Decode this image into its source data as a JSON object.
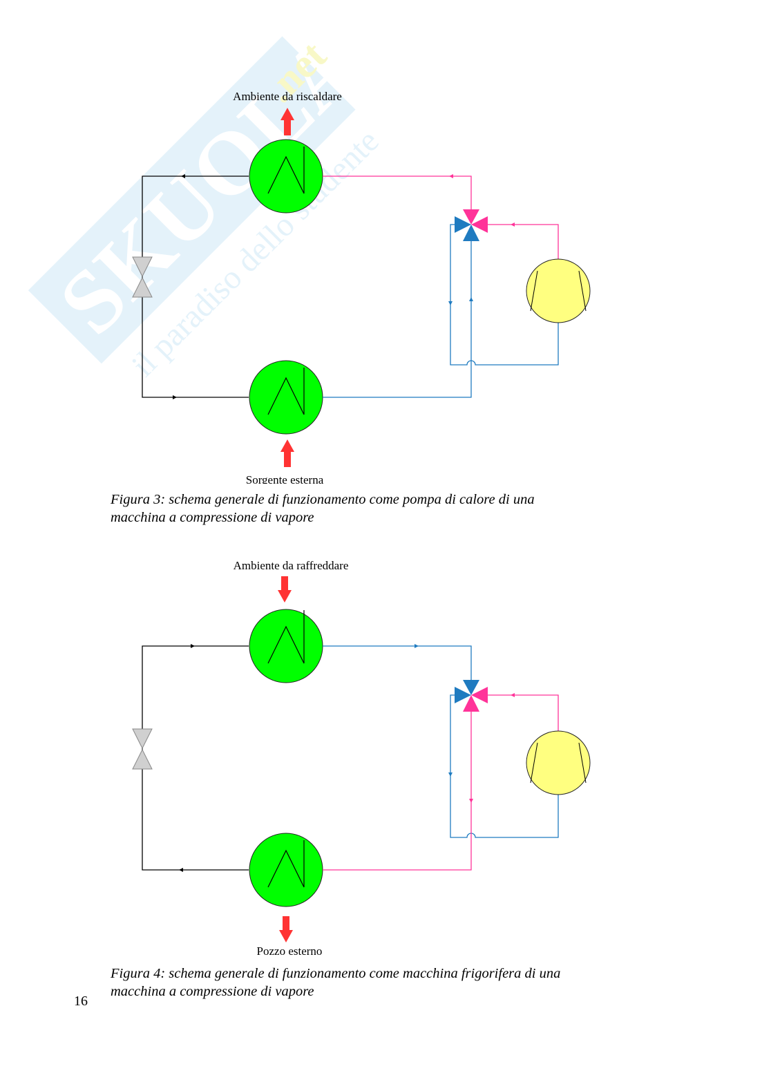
{
  "watermark": {
    "brand": "SKUOLA",
    "domain": ".net",
    "tagline": "il paradiso dello studente"
  },
  "figure3": {
    "label_top": "Ambiente da riscaldare",
    "label_bottom": "Sorgente esterna",
    "caption_line1": "Figura 3: schema generale di funzionamento come pompa di calore di una",
    "caption_line2": "macchina a compressione di vapore"
  },
  "figure4": {
    "label_top": "Ambiente da raffreddare",
    "label_bottom": "Pozzo esterno",
    "caption_line1": "Figura 4: schema generale di funzionamento come macchina frigorifera di una",
    "caption_line2": "macchina a compressione di vapore"
  },
  "page_number": "16",
  "colors": {
    "exchanger": "#00ff00",
    "compressor": "#ffff80",
    "hot_line": "#ff3399",
    "cold_line": "#1f7bc0",
    "arrow": "#ff3333",
    "valve": "#d0d0d0"
  }
}
